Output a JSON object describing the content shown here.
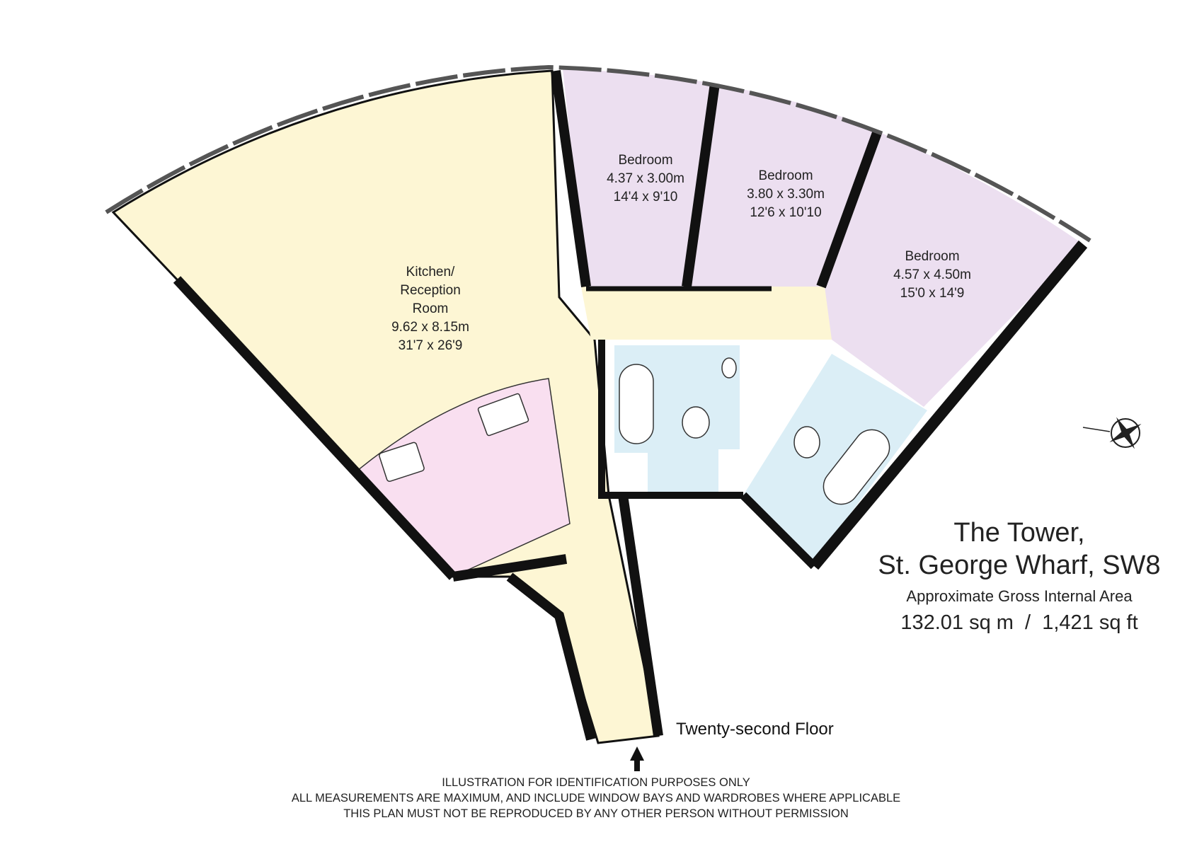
{
  "colors": {
    "reception": "#fdf6d4",
    "bedroom": "#ecdff0",
    "bathroom": "#dbeef6",
    "kitchen_unit": "#f9dff0",
    "wall": "#111111"
  },
  "rooms": {
    "reception": {
      "name": "Kitchen/",
      "name2": "Reception",
      "name3": "Room",
      "metric": "9.62 x 8.15m",
      "imperial": "31'7 x 26'9"
    },
    "bedroom1": {
      "name": "Bedroom",
      "metric": "4.37 x 3.00m",
      "imperial": "14'4 x 9'10"
    },
    "bedroom2": {
      "name": "Bedroom",
      "metric": "3.80 x 3.30m",
      "imperial": "12'6 x 10'10"
    },
    "bedroom3": {
      "name": "Bedroom",
      "metric": "4.57 x 4.50m",
      "imperial": "15'0 x 14'9"
    }
  },
  "floor_label": "Twenty-second Floor",
  "compass_icon": "compass-rose-icon",
  "property": {
    "line1": "The Tower,",
    "line2": "St. George Wharf, SW8",
    "area_label": "Approximate Gross Internal Area",
    "area_value": "132.01 sq m  /  1,421 sq ft"
  },
  "disclaimer": {
    "line1": "ILLUSTRATION FOR IDENTIFICATION PURPOSES ONLY",
    "line2": "ALL MEASUREMENTS ARE MAXIMUM, AND INCLUDE WINDOW BAYS AND WARDROBES WHERE APPLICABLE",
    "line3": "THIS PLAN MUST NOT BE REPRODUCED BY ANY OTHER PERSON WITHOUT PERMISSION"
  }
}
